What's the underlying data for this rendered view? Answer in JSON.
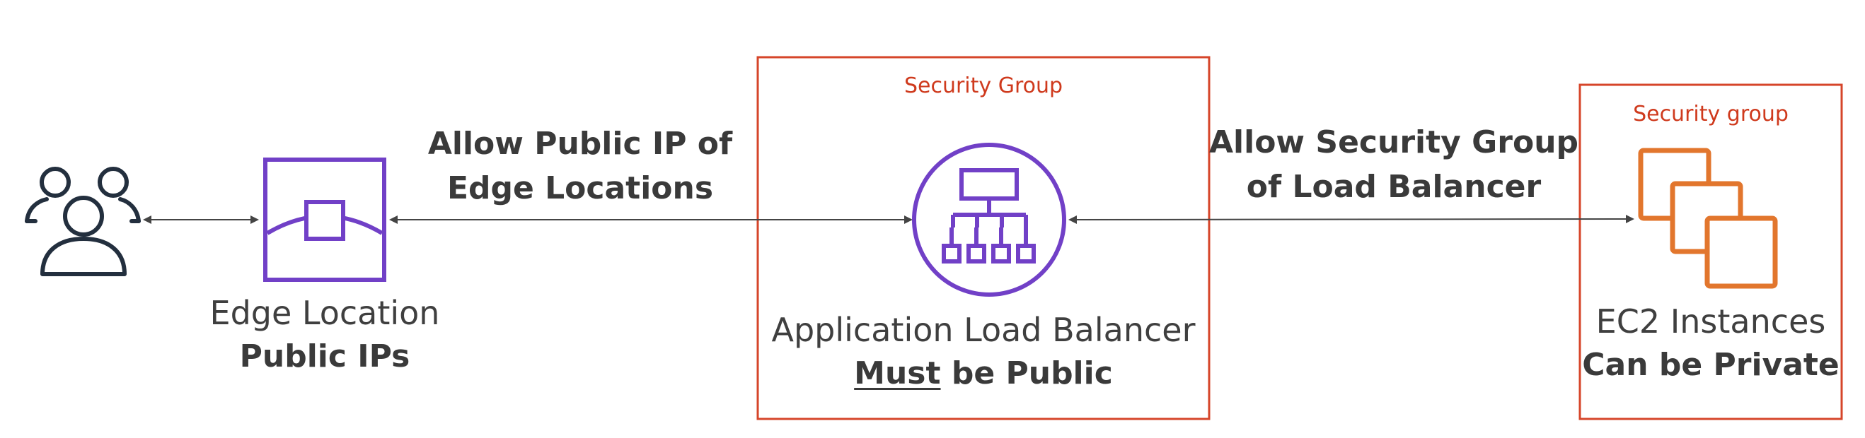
{
  "nodes": {
    "users": {
      "icon": "users-icon"
    },
    "edge_location": {
      "icon": "edge-location-icon",
      "title": "Edge Location",
      "subtitle": "Public IPs"
    },
    "alb": {
      "icon": "application-load-balancer-icon",
      "title": "Application Load Balancer",
      "subtitle_emphasis": "Must",
      "subtitle_rest": " be Public",
      "security_group_label": "Security Group"
    },
    "ec2": {
      "icon": "ec2-instances-icon",
      "title": "EC2 Instances",
      "subtitle": "Can be Private",
      "security_group_label": "Security group"
    }
  },
  "edges": {
    "edge_to_alb": {
      "line1": "Allow Public IP of",
      "line2": "Edge Locations"
    },
    "alb_to_ec2": {
      "line1": "Allow Security Group",
      "line2": "of Load Balancer"
    }
  },
  "colors": {
    "security_group_border": "#d6452a",
    "security_group_text": "#cf3a1d",
    "purple": "#7140c7",
    "orange": "#e2762d",
    "dark": "#232f3e",
    "arrow": "#444444"
  }
}
